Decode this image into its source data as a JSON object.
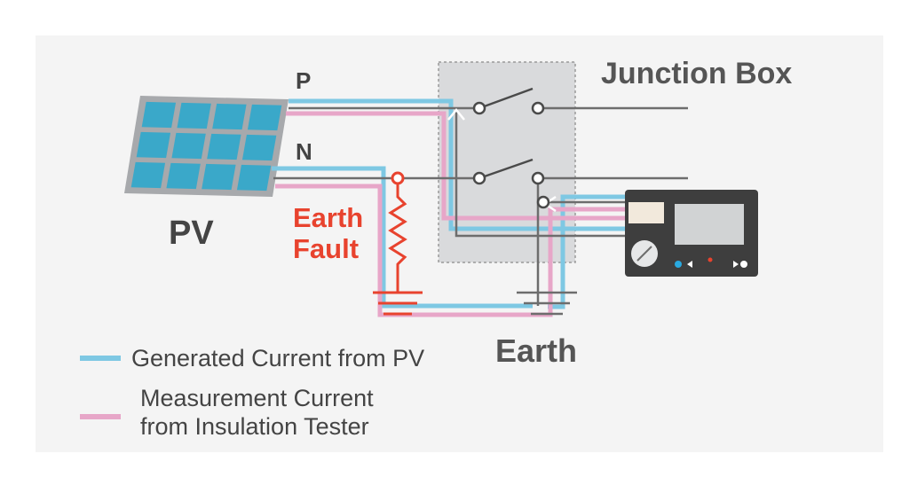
{
  "labels": {
    "pv": "PV",
    "p": "P",
    "n": "N",
    "junction_box": "Junction Box",
    "earth_fault_line1": "Earth",
    "earth_fault_line2": "Fault",
    "earth": "Earth"
  },
  "legend": [
    {
      "lines": [
        "Generated Current from PV"
      ],
      "color": "#7ec8e3"
    },
    {
      "lines": [
        "Measurement Current",
        "from Insulation Tester"
      ],
      "color": "#e7a6c8"
    }
  ],
  "colors": {
    "generated_current": "#7ec8e3",
    "measurement_current": "#e7a6c8",
    "earth_fault": "#e8432e",
    "wire": "#6d6d6d",
    "text_dark": "#444444",
    "panel_cell": "#3aa8c9",
    "panel_frame": "#a7a9ac",
    "junction_box_fill": "#d9dadc",
    "tester_body": "#3e3e3e"
  },
  "tester_icons": [
    "power-dial-icon",
    "left-button-icon",
    "center-indicator-icon",
    "right-button-icon"
  ]
}
